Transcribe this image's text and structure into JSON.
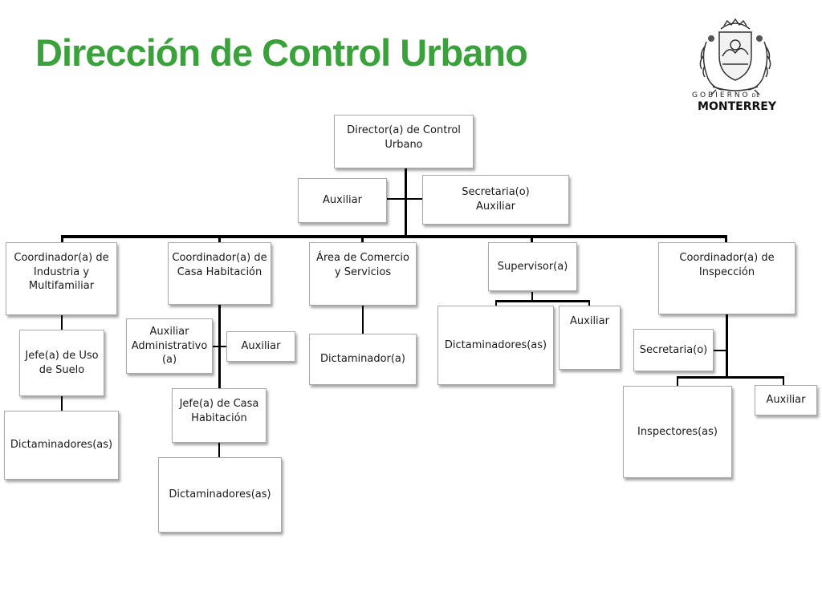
{
  "title": "Dirección de Control Urbano",
  "logo": {
    "line1": "GOBIERNO",
    "line1_suffix": "DE",
    "line2": "MONTERREY"
  },
  "colors": {
    "title": "#3aa23a",
    "line": "#000000",
    "box_border": "#a8a8a8"
  },
  "org_chart": {
    "director": "Director(a) de Control\nUrbano",
    "staff": [
      "Auxiliar",
      "Secretaria(o)\nAuxiliar"
    ],
    "branches": [
      {
        "head": "Coordinador(a) de\nIndustria y\nMultifamiliar",
        "chain": [
          "Jefe(a) de Uso\nde Suelo",
          "Dictaminadores(as)"
        ]
      },
      {
        "head": "Coordinador(a) de\nCasa Habitación",
        "assistants": [
          "Auxiliar\nAdministrativo\n(a)",
          "Auxiliar"
        ],
        "chain": [
          "Jefe(a) de Casa\nHabitación",
          "Dictaminadores(as)"
        ]
      },
      {
        "head": "Área de Comercio\ny Servicios",
        "chain": [
          "Dictaminador(a)"
        ]
      },
      {
        "head": "Supervisor(a)",
        "children": [
          "Dictaminadores(as)",
          "Auxiliar"
        ]
      },
      {
        "head": "Coordinador(a) de\nInspección",
        "assistants": [
          "Secretaria(o)"
        ],
        "children": [
          "Inspectores(as)",
          "Auxiliar"
        ]
      }
    ]
  }
}
